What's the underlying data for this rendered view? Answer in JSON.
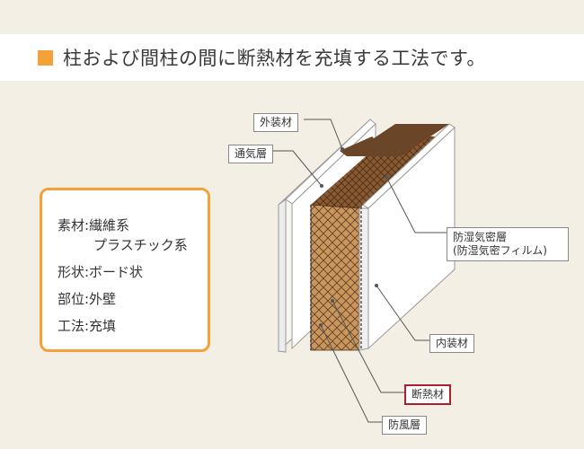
{
  "title": "柱および間柱の間に断熱材を充填する工法です。",
  "spec": {
    "material_label": "素材:繊維系",
    "material_sub": "プラスチック系",
    "shape": "形状:ボード状",
    "part": "部位:外壁",
    "method": "工法:充填"
  },
  "labels": {
    "exterior": "外装材",
    "ventilation": "通気層",
    "vapor_barrier_1": "防湿気密層",
    "vapor_barrier_2": "(防湿気密フィルム)",
    "interior": "内装材",
    "insulation": "断熱材",
    "windbreak": "防風層"
  },
  "colors": {
    "accent": "#f4a13a",
    "highlight": "#b01e2d",
    "insulation": "#c9975e",
    "stud": "#6b4527"
  }
}
